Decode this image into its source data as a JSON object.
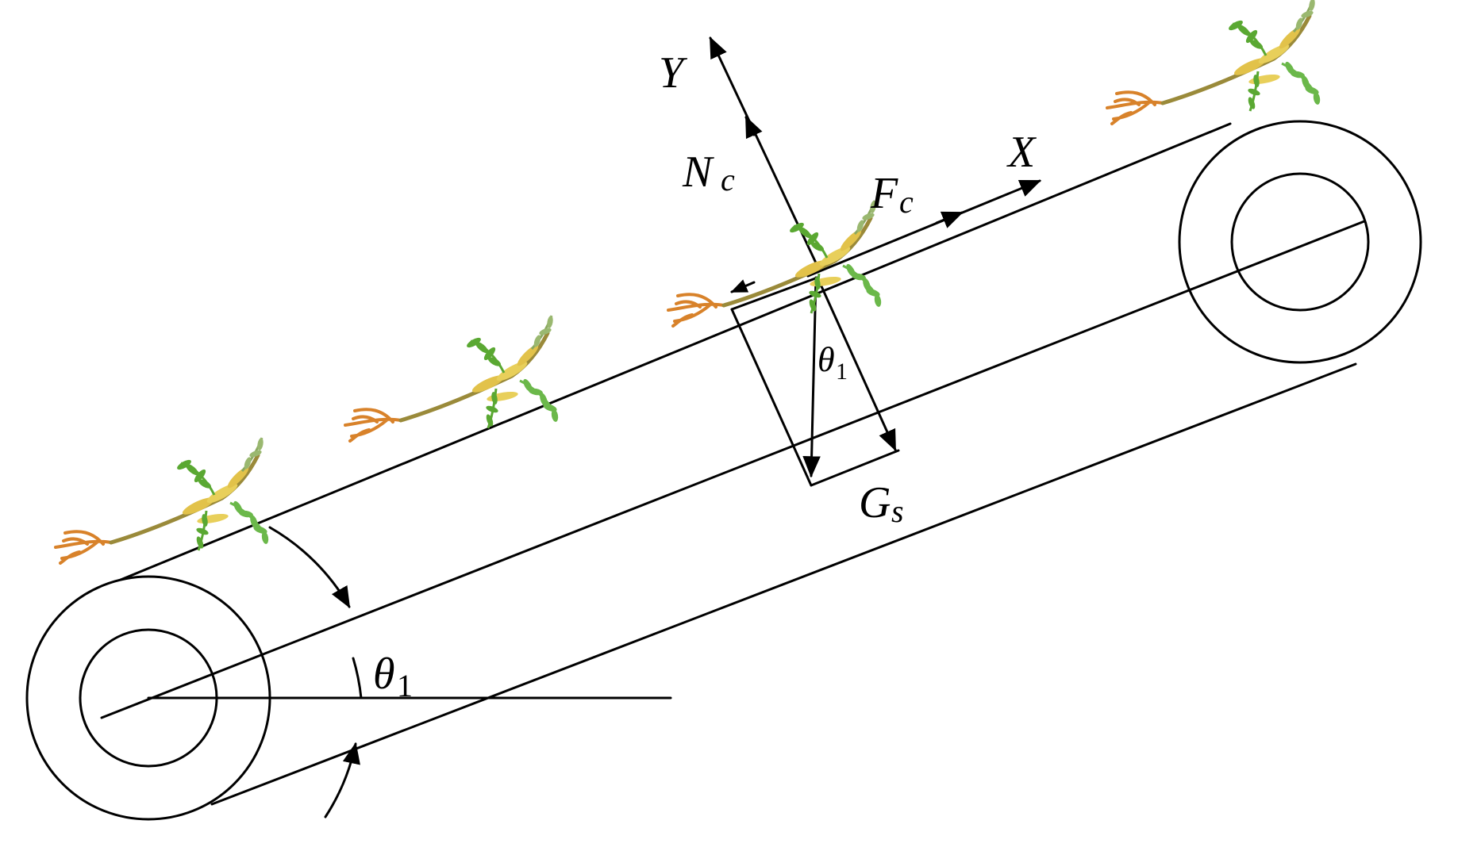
{
  "labels": {
    "axis_y": "Y",
    "axis_x": "X",
    "normal_force": {
      "main": "N",
      "sub": "c"
    },
    "friction_force": {
      "main": "F",
      "sub": "c"
    },
    "gravity": {
      "main": "G",
      "sub": "s"
    },
    "angle_inner": {
      "main": "θ",
      "sub": "1"
    },
    "angle_main": {
      "main": "θ",
      "sub": "1"
    }
  },
  "colors": {
    "line": "#000000",
    "leaf": "#5aa832",
    "pod": "#e2c24a",
    "root": "#d8822a",
    "stem": "#8c7a3a"
  },
  "icons": [
    "plant-seedling-icon"
  ]
}
